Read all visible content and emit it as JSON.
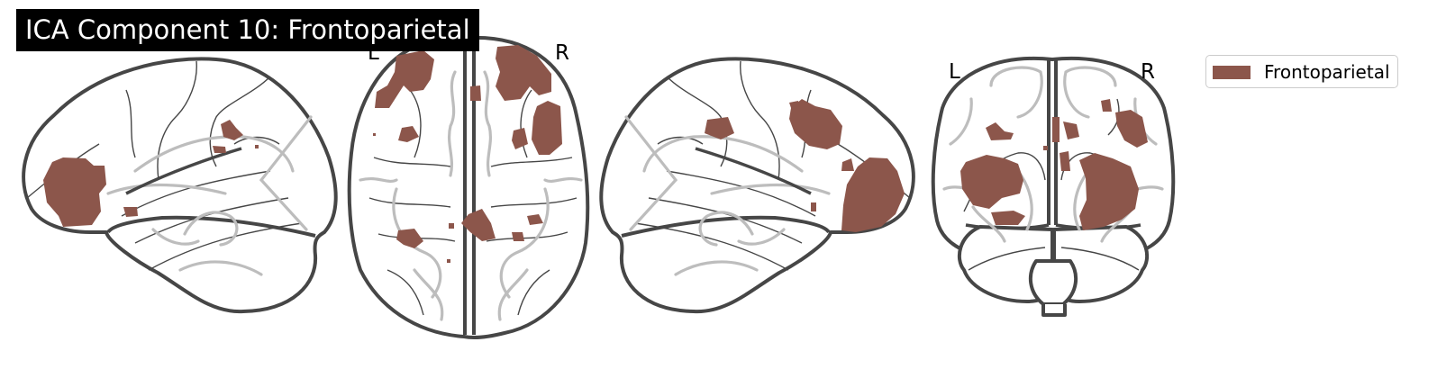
{
  "figure": {
    "title": "ICA Component 10: Frontoparietal",
    "views": [
      {
        "id": "sagittal-left",
        "labels": []
      },
      {
        "id": "axial",
        "labels": [
          "L",
          "R"
        ]
      },
      {
        "id": "sagittal-right",
        "labels": []
      },
      {
        "id": "coronal",
        "labels": [
          "L",
          "R"
        ]
      }
    ]
  },
  "legend": {
    "entries": [
      {
        "label": "Frontoparietal",
        "color": "#8c564b"
      }
    ]
  },
  "colors": {
    "overlay": "#8c564b",
    "outline": "#464646",
    "deep_structures": "#bdbdbd",
    "title_bg": "#000000",
    "title_text": "#ffffff"
  }
}
